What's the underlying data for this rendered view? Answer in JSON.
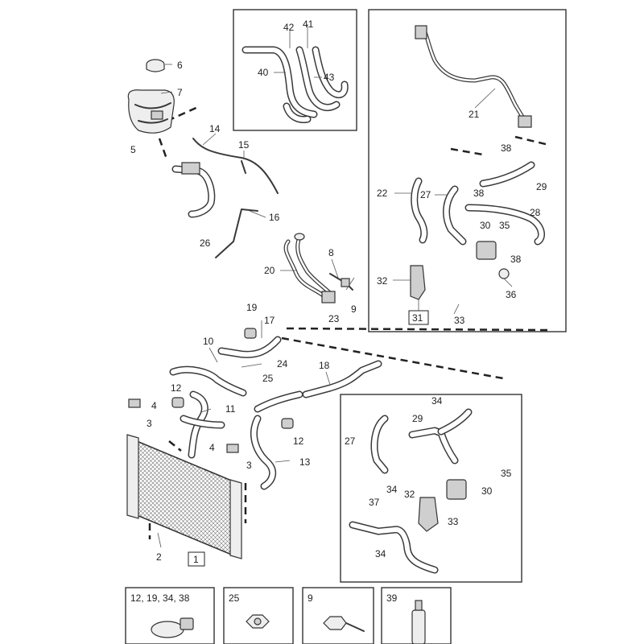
{
  "callouts": {
    "c1": "1",
    "c2": "2",
    "c3a": "3",
    "c3b": "3",
    "c4a": "4",
    "c4b": "4",
    "c5": "5",
    "c6": "6",
    "c7": "7",
    "c8": "8",
    "c9": "9",
    "c10": "10",
    "c11": "11",
    "c12a": "12",
    "c12b": "12",
    "c13": "13",
    "c14": "14",
    "c15": "15",
    "c16": "16",
    "c17": "17",
    "c18": "18",
    "c19": "19",
    "c20": "20",
    "c23": "23",
    "c24": "24",
    "c25": "25",
    "c26": "26"
  },
  "inset_top": {
    "c40": "40",
    "c41": "41",
    "c42": "42",
    "c43": "43"
  },
  "inset_right": {
    "c21": "21",
    "c22": "22",
    "c27": "27",
    "c28": "28",
    "c29": "29",
    "c30": "30",
    "c31": "31",
    "c32": "32",
    "c33": "33",
    "c35": "35",
    "c36": "36",
    "c38a": "38",
    "c38b": "38",
    "c38c": "38"
  },
  "inset_bottom": {
    "c27": "27",
    "c29": "29",
    "c30": "30",
    "c32": "32",
    "c33": "33",
    "c34a": "34",
    "c34b": "34",
    "c34c": "34",
    "c35": "35",
    "c37": "37"
  },
  "legend": {
    "clamp": "12, 19, 34, 38",
    "nut": "25",
    "bolt": "9",
    "coolant": "39"
  }
}
